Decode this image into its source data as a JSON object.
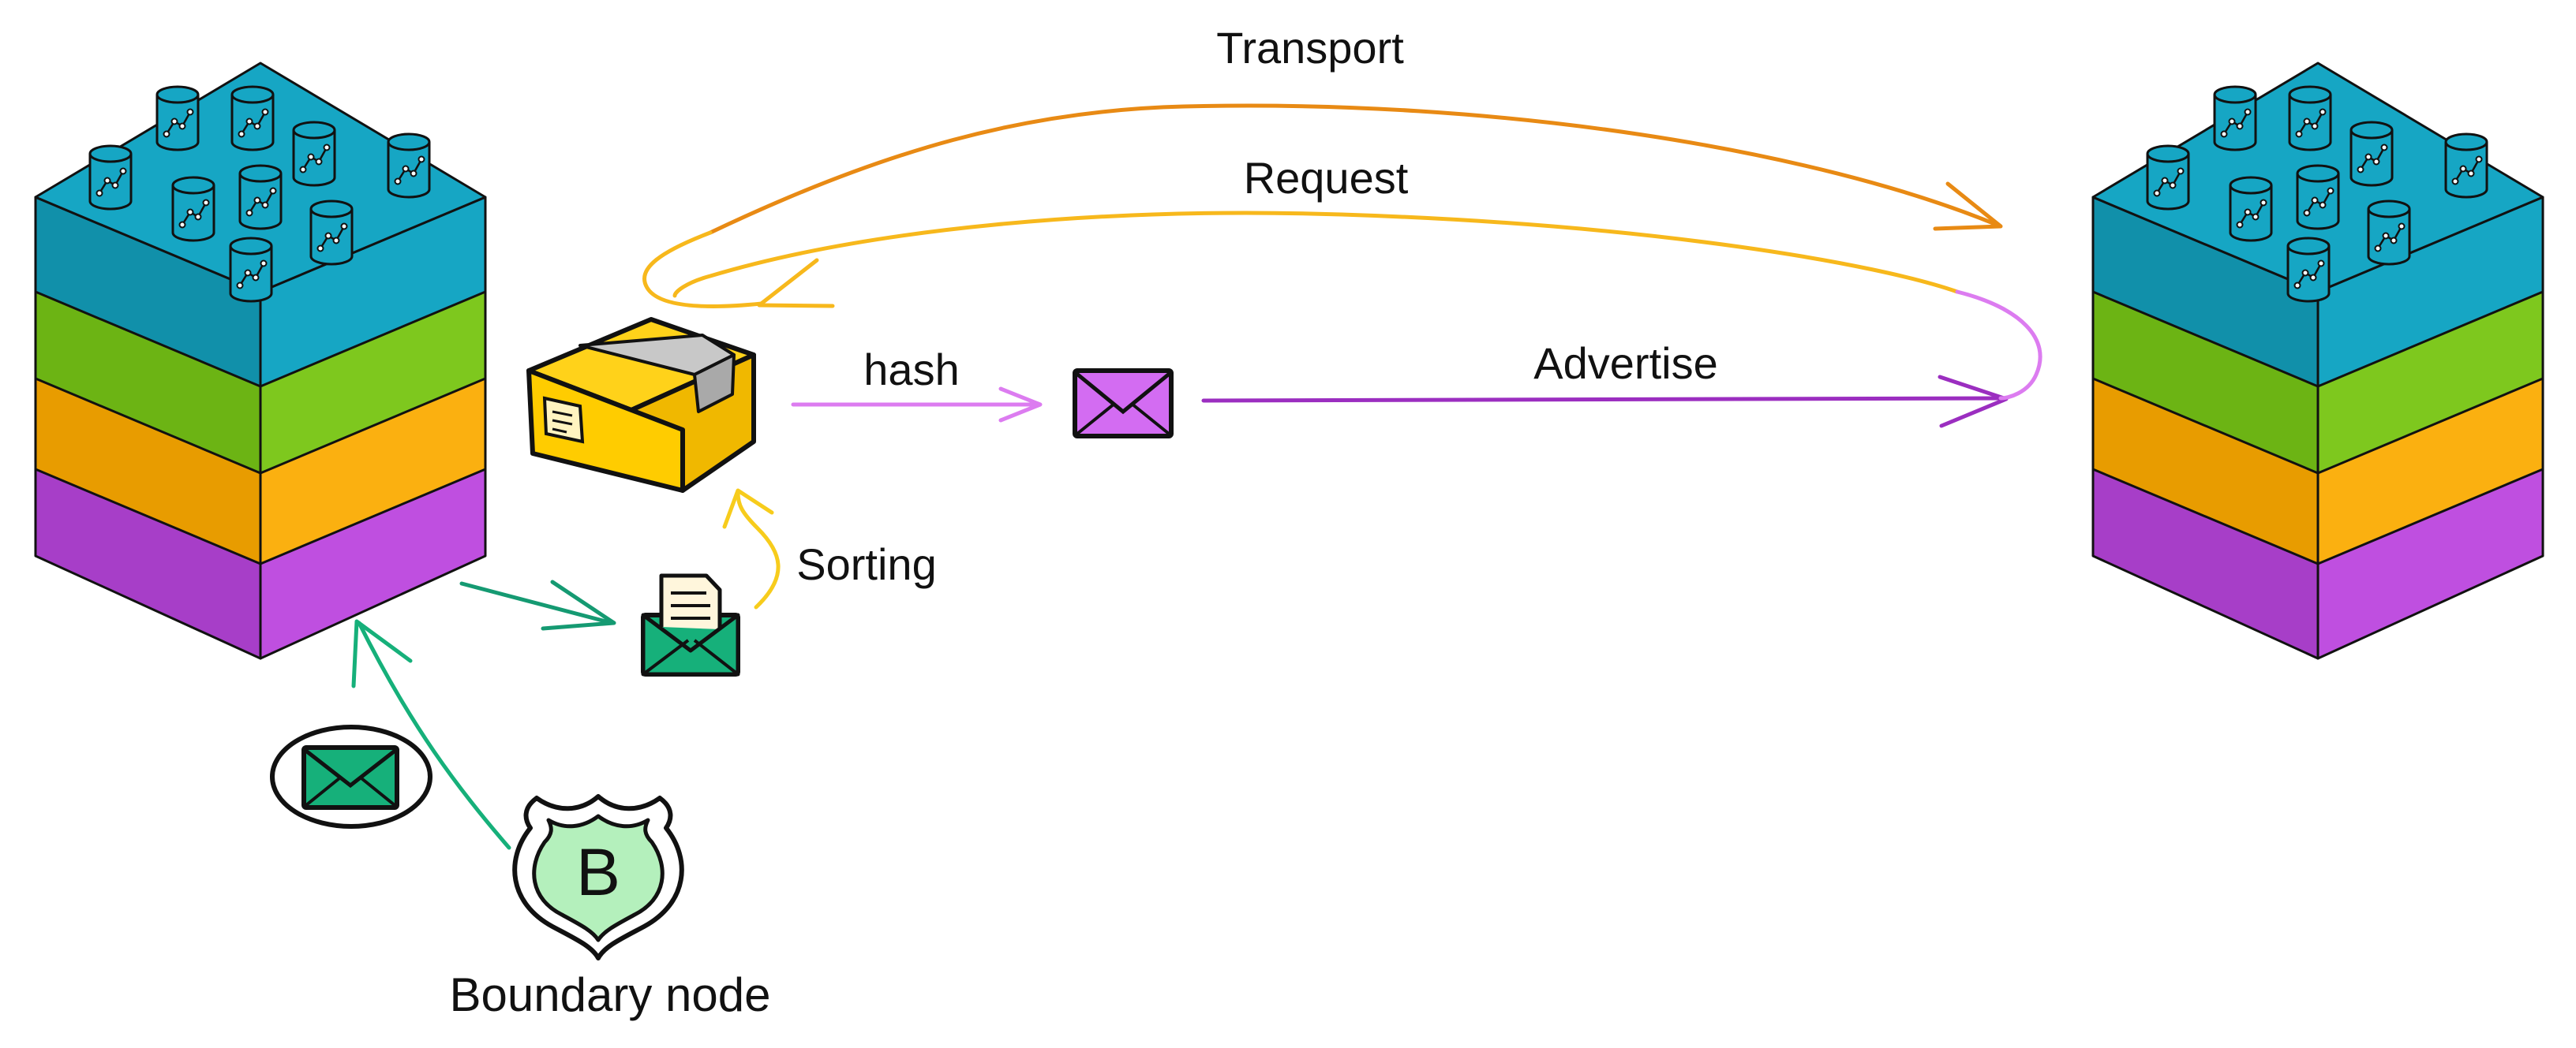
{
  "labels": {
    "transport": "Transport",
    "request": "Request",
    "hash": "hash",
    "advertise": "Advertise",
    "sorting": "Sorting",
    "boundary_node": "Boundary node",
    "badge_letter": "B"
  },
  "colors": {
    "layer_top": "#16a6c4",
    "layer_green": "#7ec81e",
    "layer_orange": "#fbb010",
    "layer_purple": "#bf4fe0",
    "transport_arrow": "#e88a14",
    "request_arrow": "#f7b81c",
    "advertise_arrow": "#9b2ec0",
    "hash_arrow": "#dc7cf0",
    "ingress_arrow": "#159a72",
    "sorting_arrow": "#f7cc1c",
    "box_yellow": "#ffcc00",
    "envelope_purple": "#d36cf2",
    "envelope_green": "#16b07a",
    "badge_green": "#b4f0bc"
  },
  "icons": {
    "left_stack": "layered-node-stack",
    "right_stack": "layered-node-stack",
    "package": "cardboard-box-icon",
    "hash_message": "envelope-icon",
    "incoming_message": "open-envelope-with-document-icon",
    "ingress_message": "envelope-icon",
    "boundary": "shield-badge-icon",
    "database": "database-cylinder-icon"
  }
}
